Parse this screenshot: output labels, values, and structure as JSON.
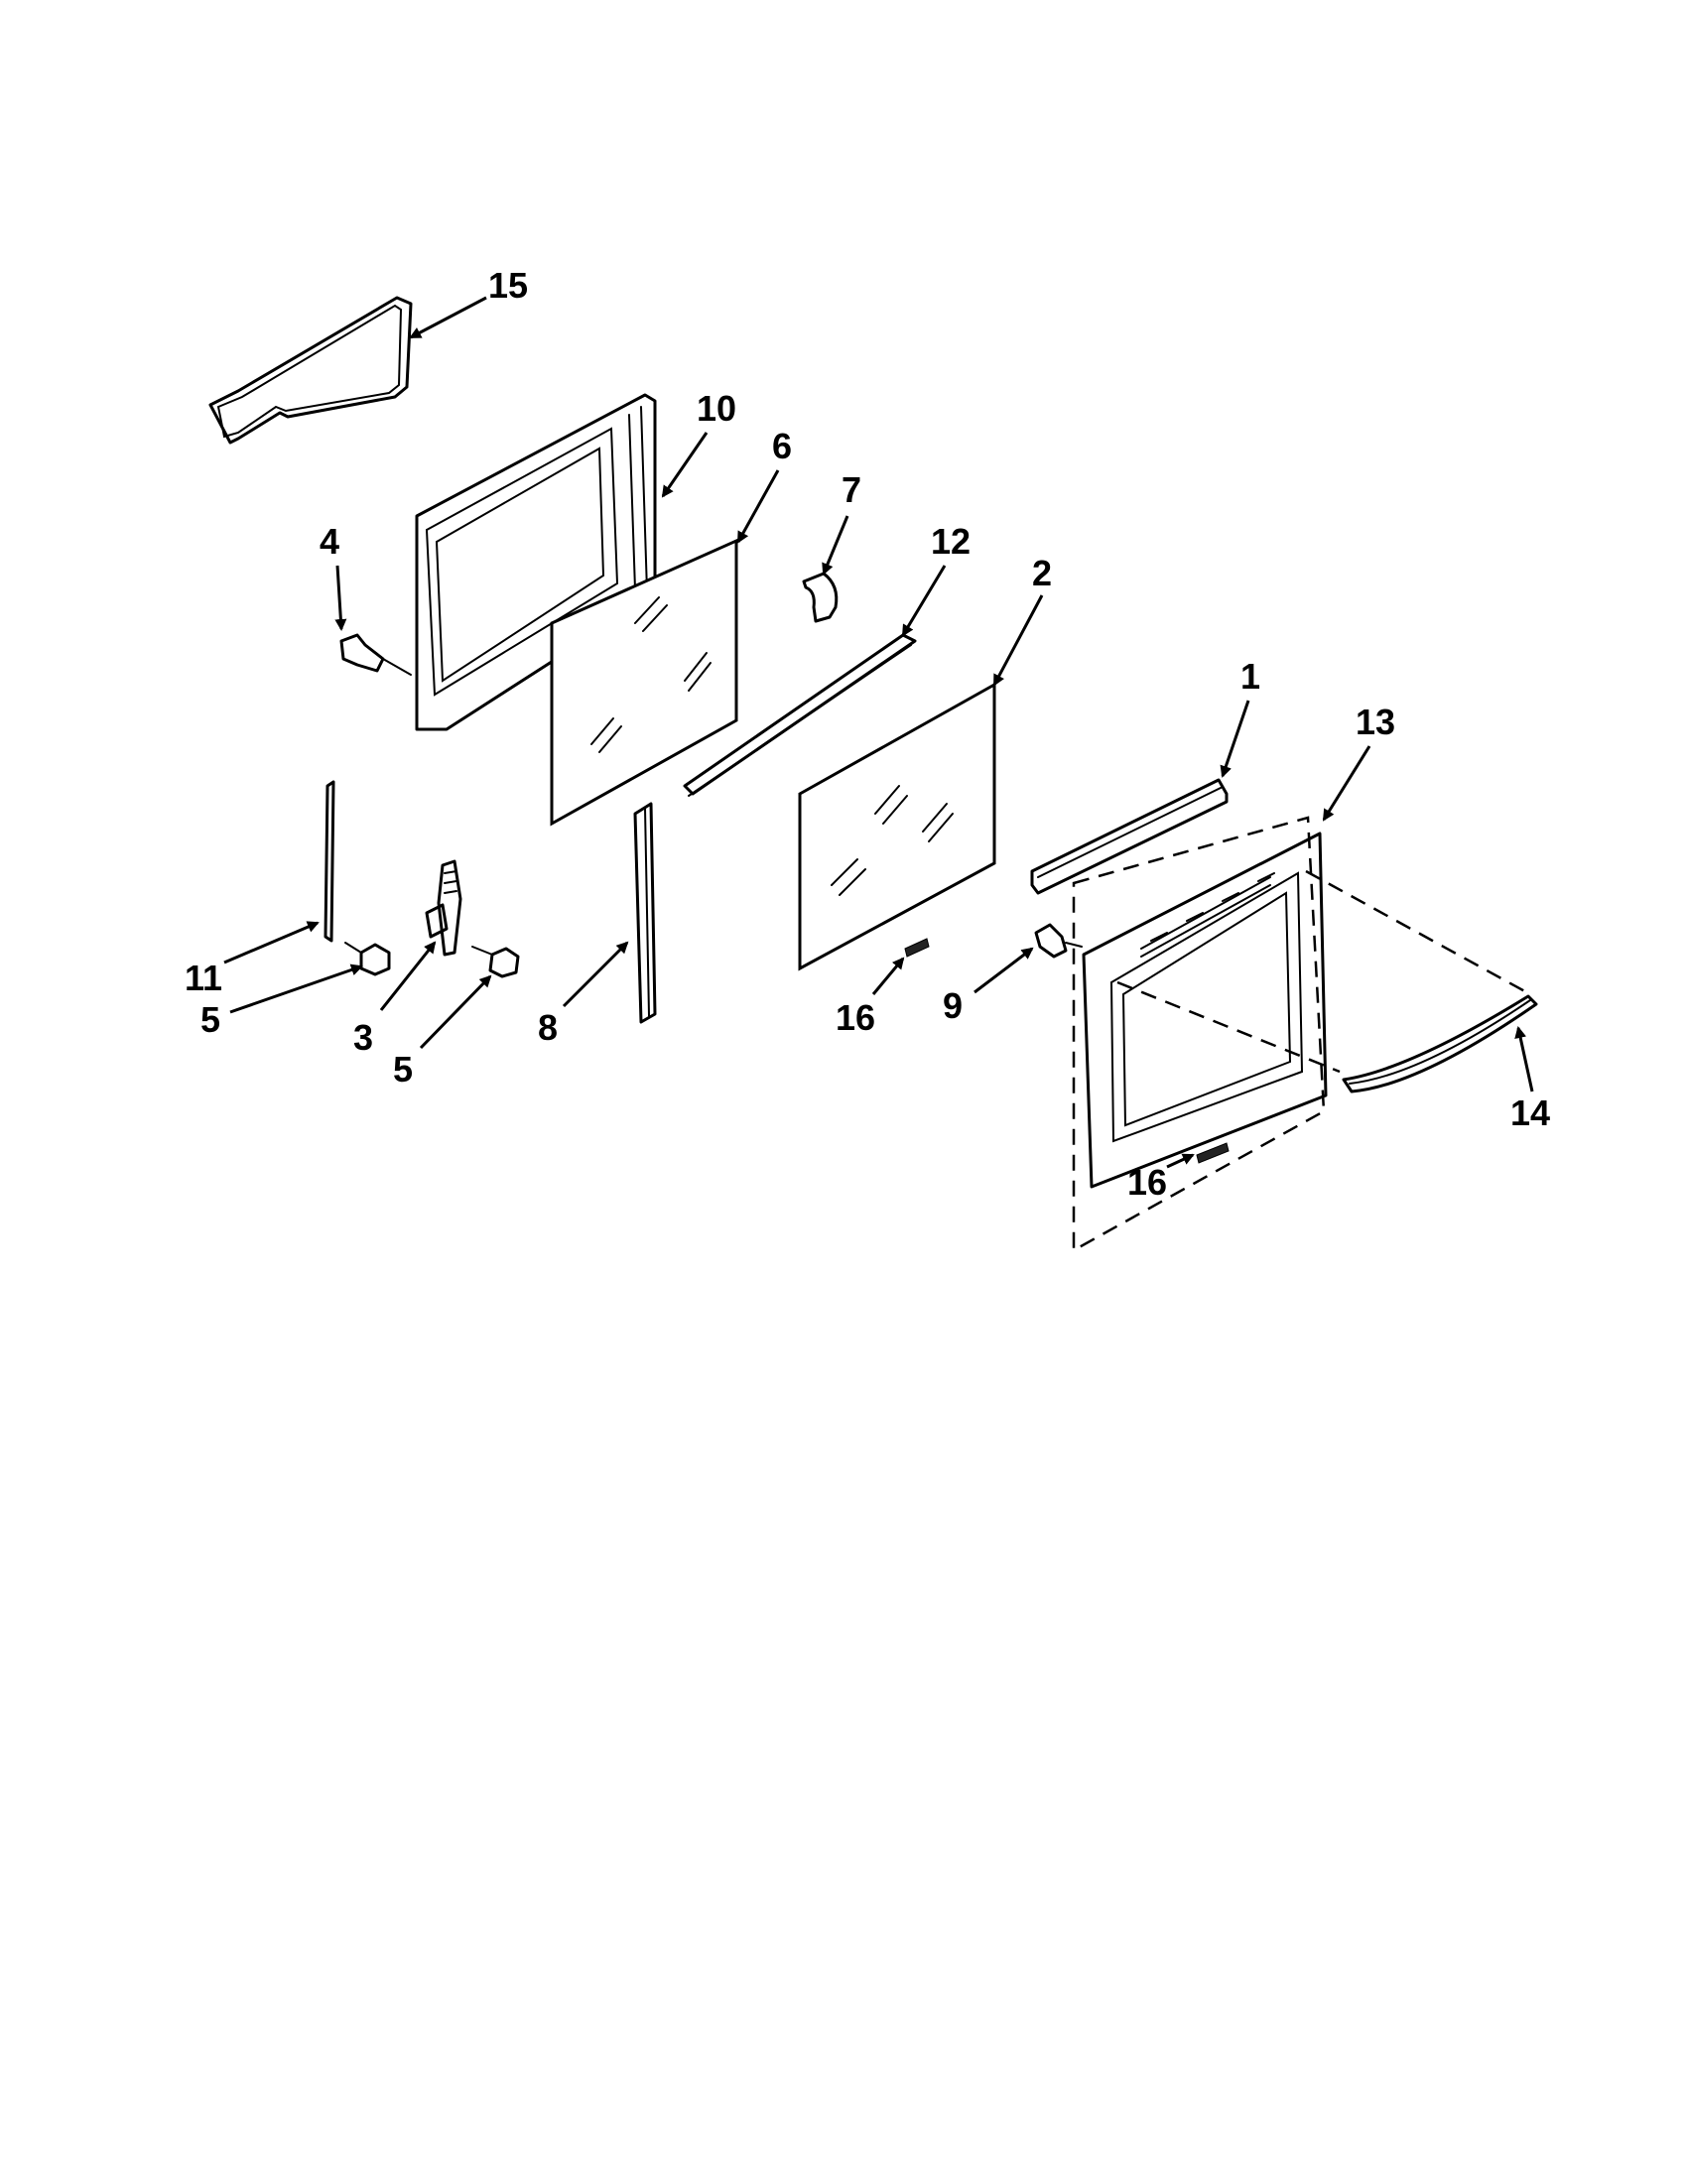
{
  "callouts": [
    {
      "id": "c15",
      "label": "15"
    },
    {
      "id": "c10",
      "label": "10"
    },
    {
      "id": "c6",
      "label": "6"
    },
    {
      "id": "c7",
      "label": "7"
    },
    {
      "id": "c12",
      "label": "12"
    },
    {
      "id": "c2",
      "label": "2"
    },
    {
      "id": "c4",
      "label": "4"
    },
    {
      "id": "c1",
      "label": "1"
    },
    {
      "id": "c13",
      "label": "13"
    },
    {
      "id": "c11",
      "label": "11"
    },
    {
      "id": "c5a",
      "label": "5"
    },
    {
      "id": "c3",
      "label": "3"
    },
    {
      "id": "c5b",
      "label": "5"
    },
    {
      "id": "c8",
      "label": "8"
    },
    {
      "id": "c16a",
      "label": "16"
    },
    {
      "id": "c9",
      "label": "9"
    },
    {
      "id": "c16b",
      "label": "16"
    },
    {
      "id": "c14",
      "label": "14"
    }
  ]
}
